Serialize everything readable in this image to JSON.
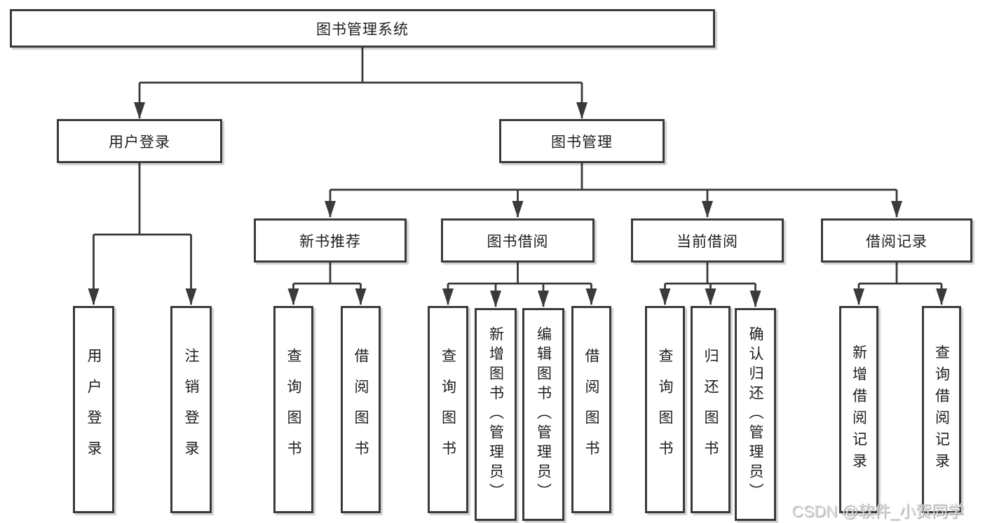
{
  "tree": {
    "root": {
      "label": "图书管理系统"
    },
    "branches": [
      {
        "label": "用户登录",
        "children": [
          {
            "label": "用户登录"
          },
          {
            "label": "注销登录"
          }
        ]
      },
      {
        "label": "图书管理",
        "children": [
          {
            "label": "新书推荐",
            "children": [
              {
                "label": "查询图书"
              },
              {
                "label": "借阅图书"
              }
            ]
          },
          {
            "label": "图书借阅",
            "children": [
              {
                "label": "查询图书"
              },
              {
                "label": "新增图书（管理员）"
              },
              {
                "label": "编辑图书（管理员）"
              },
              {
                "label": "借阅图书"
              }
            ]
          },
          {
            "label": "当前借阅",
            "children": [
              {
                "label": "查询图书"
              },
              {
                "label": "归还图书"
              },
              {
                "label": "确认归还（管理员）"
              }
            ]
          },
          {
            "label": "借阅记录",
            "children": [
              {
                "label": "新增借阅记录"
              },
              {
                "label": "查询借阅记录"
              }
            ]
          }
        ]
      }
    ]
  },
  "watermark": {
    "text": "CSDN @软件_小贺同学"
  },
  "colors": {
    "line": "#3a3a3a",
    "box_border": "#3a3a3a",
    "text": "#1e1e1e",
    "watermark": "#dcdcdc",
    "background": "#ffffff"
  }
}
